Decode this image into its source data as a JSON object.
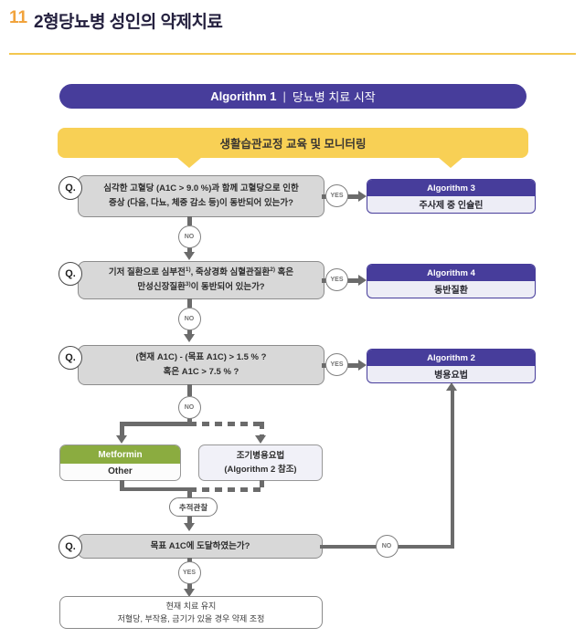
{
  "header": {
    "number": "11",
    "title": "2형당뇨병 성인의 약제치료"
  },
  "banner": {
    "algorithm_label": "Algorithm 1",
    "separator": "|",
    "subtitle": "당뇨병 치료 시작"
  },
  "lifestyle": {
    "label": "생활습관교정 교육 및 모니터링"
  },
  "labels": {
    "q": "Q.",
    "yes": "YES",
    "no": "NO"
  },
  "questions": {
    "q1": {
      "line1": "심각한 고혈당 (A1C > 9.0 %)과 함께 고혈당으로 인한",
      "line2": "증상 (다음, 다뇨, 체중 감소 등)이 동반되어 있는가?"
    },
    "q2": {
      "line1_parts": [
        "기저 질환으로 심부전",
        "1)",
        ", 죽상경화 심혈관질환",
        "2)",
        " 혹은"
      ],
      "line2_parts": [
        "만성신장질환",
        "3)",
        "이 동반되어 있는가?"
      ]
    },
    "q3": {
      "line1": "(현재 A1C) - (목표 A1C) > 1.5 % ?",
      "line2": "혹은 A1C > 7.5 % ?"
    },
    "q4": {
      "line1": "목표 A1C에 도달하였는가?"
    }
  },
  "algorithms": {
    "algo3": {
      "header": "Algorithm 3",
      "body": "주사제 중 인슐린"
    },
    "algo4": {
      "header": "Algorithm 4",
      "body": "동반질환"
    },
    "algo2": {
      "header": "Algorithm 2",
      "body": "병용요법"
    }
  },
  "treatments": {
    "metformin": {
      "header": "Metformin",
      "body": "Other"
    },
    "early_combo": {
      "line1": "조기병용요법",
      "line2": "(Algorithm 2 참조)"
    }
  },
  "followup": {
    "label": "추적관찰"
  },
  "final_box": {
    "line1": "현재 치료 유지",
    "line2": "저혈당, 부작용, 금기가 있을 경우 약제 조정"
  },
  "colors": {
    "purple": "#473D9B",
    "yellow": "#F8D055",
    "green": "#8BAC40",
    "question_gray": "#D8D8D8",
    "line_gray": "#6B6B6B",
    "accent_orange": "#F1A33C"
  }
}
